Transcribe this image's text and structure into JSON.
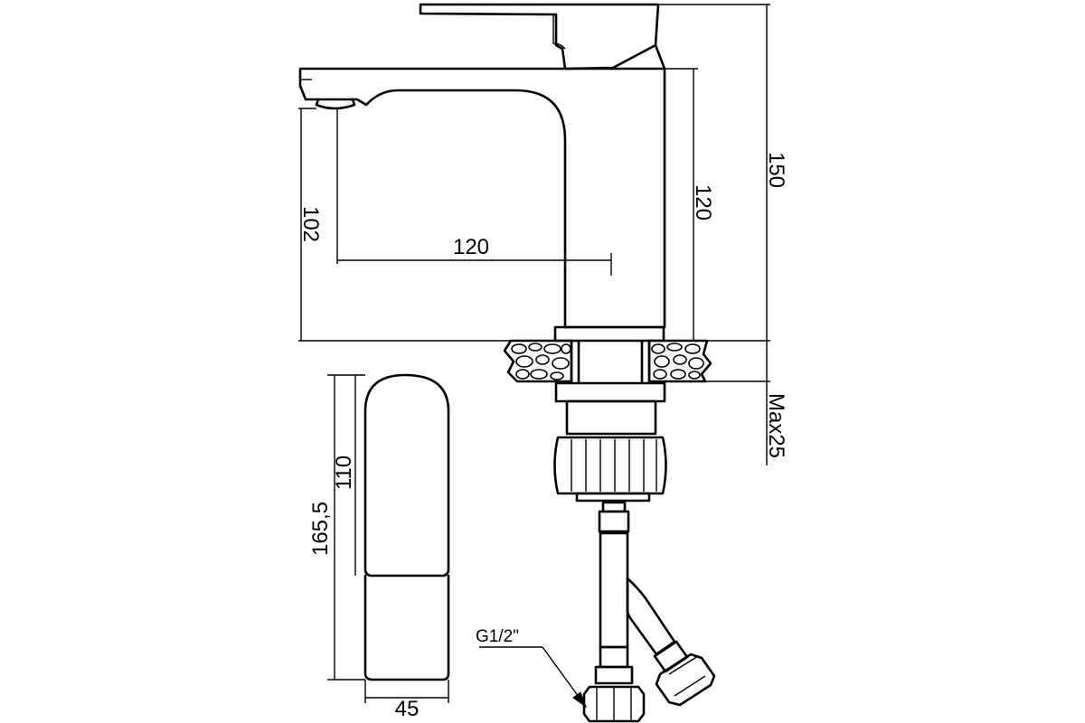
{
  "dimensions": {
    "spout_height": "102",
    "spout_reach": "120",
    "body_height": "120",
    "total_height": "150",
    "max_thickness": "Max25",
    "side_height_total": "165,5",
    "side_height_handle": "110",
    "side_width": "45"
  },
  "labels": {
    "thread": "G1/2\""
  }
}
